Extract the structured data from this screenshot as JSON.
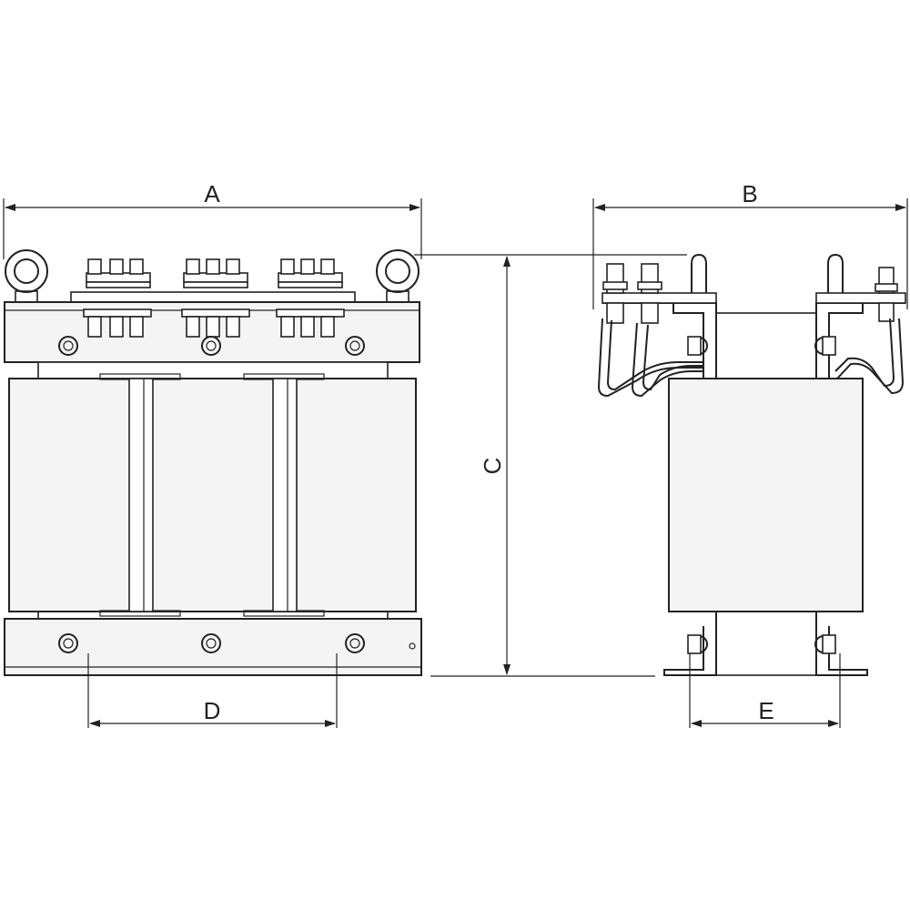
{
  "drawing": {
    "dimensions": {
      "width_label": "A",
      "depth_label": "B",
      "height_label": "C",
      "front_mount_label": "D",
      "side_mount_label": "E"
    }
  }
}
